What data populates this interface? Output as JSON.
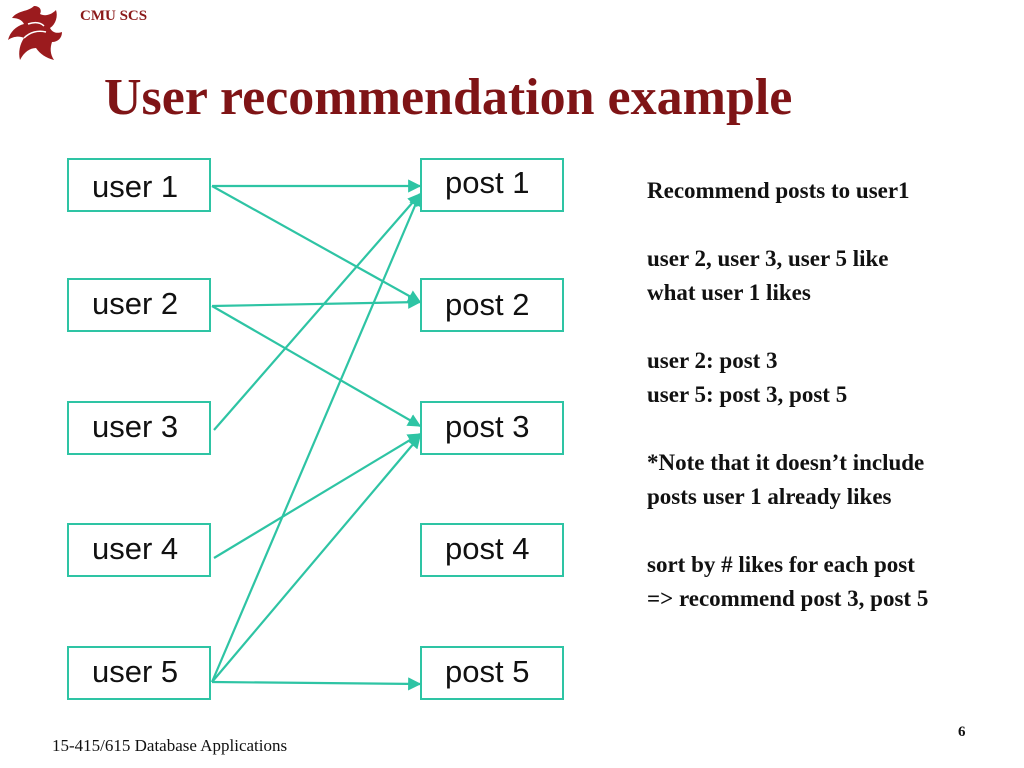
{
  "header": {
    "org": "CMU SCS",
    "logo_icon": "dragon-logo-icon",
    "title": "User recommendation example"
  },
  "colors": {
    "title": "#7f1416",
    "edge": "#2ec4a4",
    "box_border": "#2ec4a4"
  },
  "users": [
    {
      "label": "user 1"
    },
    {
      "label": "user 2"
    },
    {
      "label": "user 3"
    },
    {
      "label": "user 4"
    },
    {
      "label": "user 5"
    }
  ],
  "posts": [
    {
      "label": "post 1"
    },
    {
      "label": "post 2"
    },
    {
      "label": "post 3"
    },
    {
      "label": "post 4"
    },
    {
      "label": "post 5"
    }
  ],
  "likes": [
    {
      "user": 1,
      "post": 1
    },
    {
      "user": 1,
      "post": 2
    },
    {
      "user": 2,
      "post": 2
    },
    {
      "user": 2,
      "post": 3
    },
    {
      "user": 3,
      "post": 1
    },
    {
      "user": 4,
      "post": 3
    },
    {
      "user": 5,
      "post": 1
    },
    {
      "user": 5,
      "post": 3
    },
    {
      "user": 5,
      "post": 5
    }
  ],
  "notes": {
    "heading": "Recommend posts to user1",
    "similar_users_line1": "user 2, user 3, user 5 like",
    "similar_users_line2": "what user 1 likes",
    "user2_posts": "user 2: post 3",
    "user5_posts": "user 5: post 3, post 5",
    "note_line1": "*Note that it doesn’t include",
    "note_line2": "posts user 1 already likes",
    "sort_line1": "sort by # likes for each post",
    "sort_line2": "=> recommend post 3, post 5"
  },
  "footer": {
    "course": "15-415/615 Database Applications",
    "page_number": "6"
  }
}
